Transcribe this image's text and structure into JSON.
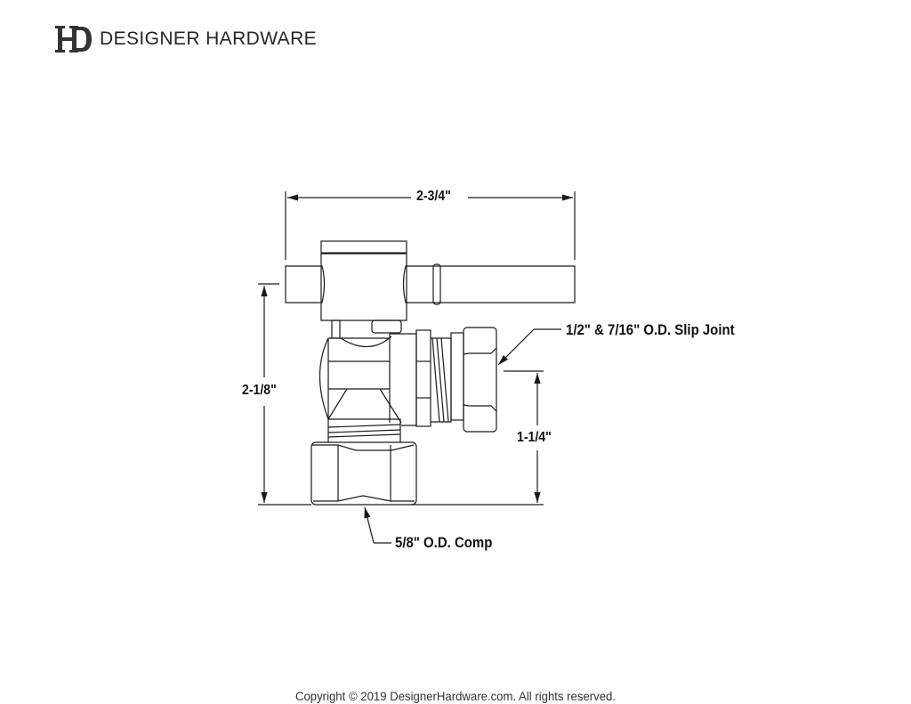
{
  "header": {
    "brand_name": "DESIGNER HARDWARE",
    "logo_icon": "dh-monogram-icon"
  },
  "drawing": {
    "title": "Angle stop valve with lever handle - technical dimension drawing",
    "line_color": "#1a1a1a",
    "dimensions": {
      "overall_width": "2-3/4\"",
      "overall_height": "2-1/8\"",
      "outlet_height": "1-1/4\""
    },
    "callouts": {
      "outlet": "1/2\" & 7/16\" O.D. Slip Joint",
      "inlet": "5/8\" O.D. Comp"
    }
  },
  "footer": {
    "copyright": "Copyright © 2019 DesignerHardware.com. All rights reserved."
  }
}
